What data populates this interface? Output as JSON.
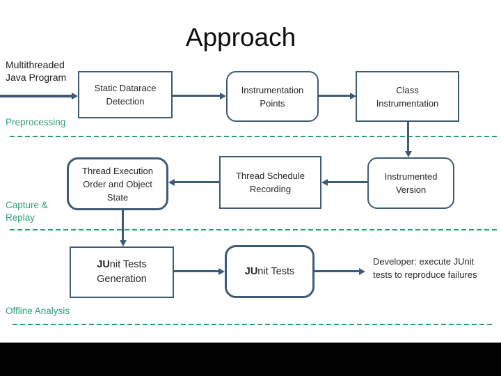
{
  "slide": {
    "title": "Approach",
    "input_label": "Multithreaded\nJava Program",
    "phases": [
      {
        "label": "Preprocessing"
      },
      {
        "label": "Capture &\nReplay"
      },
      {
        "label": "Offline Analysis"
      }
    ],
    "boxes": {
      "static_datarace": "Static Datarace\nDetection",
      "instrumentation_points": "Instrumentation\nPoints",
      "class_instrumentation": "Class\nInstrumentation",
      "thread_execution": "Thread Execution\nOrder and Object\nState",
      "thread_schedule": "Thread Schedule\nRecording",
      "instrumented_version": "Instrumented\nVersion",
      "junit_generation_prefix": "JU",
      "junit_generation_rest": "nit Tests\nGeneration",
      "junit_tests_prefix": "JU",
      "junit_tests_rest": "nit Tests"
    },
    "developer_note": "Developer: execute JUnit\ntests to reproduce failures",
    "colors": {
      "box_border": "#3e5a75",
      "arrow": "#3e5a75",
      "phase_green": "#2f9e79",
      "dashed_line_green": "#2a9a74",
      "title_text": "#0d0d0d",
      "box_text": "#262626",
      "note_text": "#2b2b2b",
      "footer_bar": "#000000"
    }
  }
}
